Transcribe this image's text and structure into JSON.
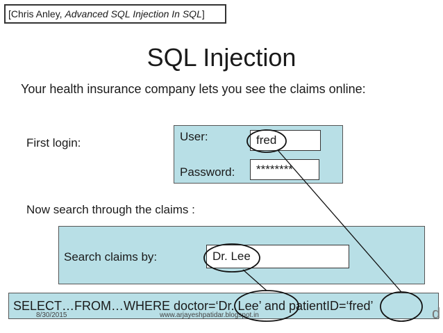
{
  "citation": {
    "prefix": "[Chris Anley, ",
    "title": "Advanced SQL Injection In SQL",
    "suffix": "]"
  },
  "slide": {
    "title": "SQL Injection",
    "subtitle": "Your health insurance company lets you see the claims online:"
  },
  "login": {
    "section_label": "First login:",
    "user_label": "User:",
    "user_value": "fred",
    "password_label": "Password:",
    "password_value": "********"
  },
  "search": {
    "section_label": "Now search through the claims :",
    "by_label": "Search claims by:",
    "input_value": "Dr. Lee"
  },
  "sql": {
    "query": "SELECT…FROM…WHERE doctor=‘Dr. Lee’ and patientID=‘fred’"
  },
  "footer": {
    "date": "8/30/2015",
    "url": "www.arjayeshpatidar.blogspot.in",
    "page_fragment": "d"
  }
}
